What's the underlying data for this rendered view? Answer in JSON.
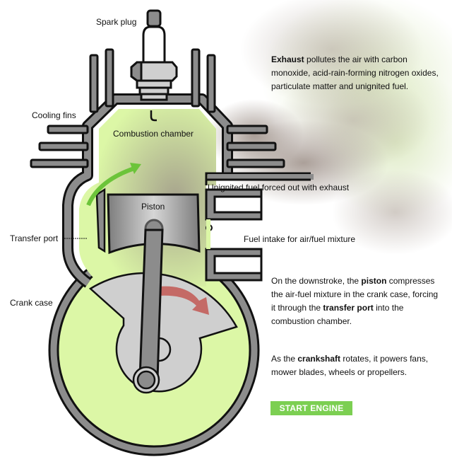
{
  "diagram": {
    "title": "Two-stroke engine",
    "labels": {
      "spark_plug": "Spark plug",
      "cooling_fins": "Cooling fins",
      "combustion_chamber": "Combustion chamber",
      "unignited_fuel": "Unignited fuel forced out with exhaust",
      "piston": "Piston",
      "transfer_port": "Transfer port",
      "fuel_intake": "Fuel intake for air/fuel mixture",
      "crank_case": "Crank case"
    },
    "colors": {
      "fuel_mixture": "#dcf7a6",
      "metal": "#8c8c8c",
      "outline": "#111111",
      "light_metal": "#cfcfcf",
      "rotation_arrow": "#c46a66",
      "transfer_arrow": "#6cc43a",
      "exhaust_smoke": "#9c8f86",
      "button": "#7ccf52"
    }
  },
  "exhaust_text": {
    "bold": "Exhaust",
    "rest": " pollutes the air with carbon monoxide, acid-rain-forming nitrogen oxides, particulate matter and unignited fuel."
  },
  "description": {
    "p1": {
      "a": "On the downstroke, the ",
      "b1": "piston",
      "c": " compresses the air-fuel mixture in the crank case, forcing it through the ",
      "b2": "transfer port",
      "d": " into the combustion chamber."
    },
    "p2": {
      "a": "As the ",
      "b": "crankshaft",
      "c": " rotates, it powers fans, mower blades, wheels or propellers."
    }
  },
  "button": {
    "label": "START ENGINE"
  }
}
